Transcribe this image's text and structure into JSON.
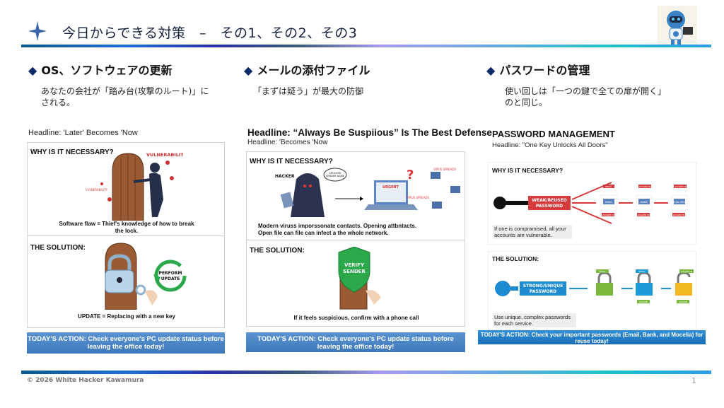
{
  "header": {
    "title": "今日からできる対策　–　その1、その2、その3",
    "star_icon": "four-point-star-icon",
    "mascot": "robot-mascot-icon"
  },
  "sections": [
    {
      "heading": "OS、ソフトウェアの更新",
      "text_lines": [
        "あなたの会社が「踏み台(攻撃のルート)」に",
        "される。"
      ],
      "panel": {
        "headline": "Headline: 'Later' Becomes 'Now",
        "why_label": "WHY IS IT NECESSARY?",
        "vuln1": "VULNERABILITY",
        "vuln2": "VULNERABILITY",
        "why_caption": "Software flaw = Thief's knowledge of how to break the lock.",
        "solution_label": "THE SOLUTION:",
        "cycle_text": "PERFORM UPDATE",
        "solution_caption": "UPDATE = Replacing with a new key",
        "action": "TODAY'S ACTION: Check everyone's PC update status before leaving the office today!"
      }
    },
    {
      "heading": "メールの添付ファイル",
      "text_lines": [
        "「まずは疑う」が最大の防御"
      ],
      "panel": {
        "headline": "Headline: “Always Be Suspiious” Is The Best Defense",
        "subheadline": "Headline: 'Becomes 'Now",
        "why_label": "WHY IS IT NECESSARY?",
        "hacker": "HACKER",
        "bubble": "SPOOFED SENDER NAME",
        "urgent": "URGENT",
        "spread1": "VIRUS SPREADS",
        "spread2": "VIRUS SPREADS",
        "why_caption": "Modern viruss imporssonate contacts.  Opening attbntacts. Open file can file can infect a the whole network.",
        "solution_label": "THE SOLUTION:",
        "shield_text": "VERIFY SENDER",
        "solution_caption": "If it feels suspicious, confirm with a phone call",
        "action": "TODAY'S ACTION: Check everyone's PC update status before leaving the office today!"
      }
    },
    {
      "heading": "パスワードの管理",
      "text_lines": [
        "使い回しは「一つの鍵で全ての扉が開く」",
        "のと同じ。"
      ],
      "panel": {
        "title": "PASSWORD MANAGEMENT",
        "headline": "Headline: \"One Key Unlocks All Doors\"",
        "why_label": "WHY IS IT NECESSARY?",
        "weak": "WEAK/REUSED PASSWORD",
        "services": [
          "EMAIL",
          "BANK",
          "SOCIAL MEDIA"
        ],
        "tags_top": [
          "EMAIL",
          "LOGGED IN",
          "LOGGED IN"
        ],
        "tags_bottom": [
          "LOGGED IN",
          "LOGGED IN",
          "LOGGED IN"
        ],
        "why_caption": "If one is compramised, all your accounts are vulnerable.",
        "solution_label": "THE SOLUTION:",
        "strong": "STRONG/UNIQUE PASSWORD",
        "sol_tags_top": [
          "EMAIL",
          "EMAIL",
          "LOGGED IN"
        ],
        "sol_tags_bottom": [
          "SECURE",
          "SECURE"
        ],
        "solution_caption": "Use unique, complex passwords for each service.",
        "action": "TODAY'S ACTION: Check your important passwords (Email, Bank, and Mocelia) for reuse today!"
      }
    }
  ],
  "footer": {
    "copyright": "© 2026 White Hacker Kawamura",
    "page": "1"
  },
  "colors": {
    "navy": "#0c2a6b",
    "banner": "#4a86c6",
    "red": "#d63a3a",
    "green": "#2aa84a"
  }
}
